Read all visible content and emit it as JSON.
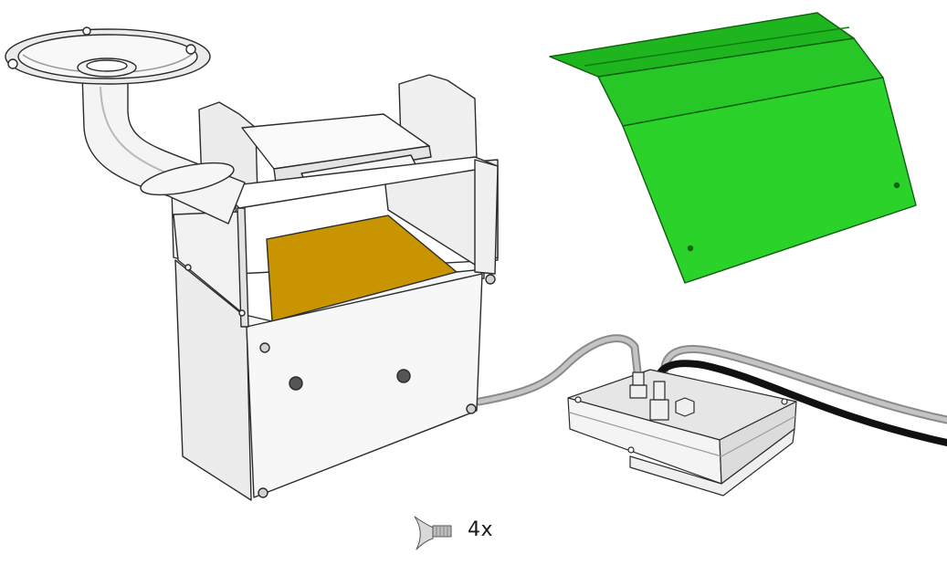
{
  "colors": {
    "background": "#ffffff",
    "metal": "#f2f2f2",
    "metal_shade": "#d9d9d9",
    "outline": "#2b2b2b",
    "cover": "#22cc22",
    "cover_dark": "#17a617",
    "pad": "#c89400",
    "cable_grey": "#a8a8a8",
    "cable_black": "#111111"
  },
  "parts": {
    "funnel": "funnel-with-elbow-pipe",
    "housing": "open-sheet-metal-housing",
    "pad": "orange-sensor-plate",
    "cover": "green-rain-cover",
    "junction_box": "cable-junction-box",
    "cables": [
      "grey-cable",
      "grey-cable-2",
      "black-cable"
    ]
  },
  "callout": {
    "icon": "wing-screw-icon",
    "quantity": "4x"
  }
}
